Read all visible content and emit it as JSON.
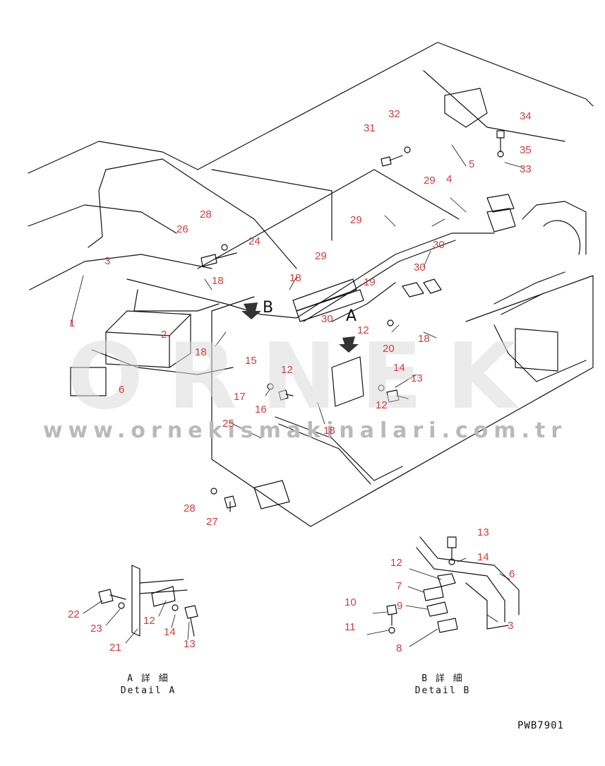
{
  "watermark": {
    "brand": "ORNEK",
    "url": "www.orneki̇smakinalari.com.tr"
  },
  "callouts": [
    "1",
    "2",
    "3",
    "4",
    "5",
    "6",
    "12",
    "13",
    "14",
    "15",
    "16",
    "17",
    "18",
    "19",
    "20",
    "24",
    "25",
    "26",
    "27",
    "28",
    "29",
    "30",
    "31",
    "32",
    "33",
    "34",
    "35"
  ],
  "labels": {
    "n1": "1",
    "n2": "2",
    "n3": "3",
    "n4": "4",
    "n5": "5",
    "n6": "6",
    "n12a": "12",
    "n12b": "12",
    "n12c": "12",
    "n13": "13",
    "n14": "14",
    "n15": "15",
    "n16": "16",
    "n17": "17",
    "n18a": "18",
    "n18b": "18",
    "n18c": "18",
    "n18d": "18",
    "n18e": "18",
    "n19": "19",
    "n20": "20",
    "n24": "24",
    "n25": "25",
    "n26": "26",
    "n27": "27",
    "n28a": "28",
    "n28b": "28",
    "n29a": "29",
    "n29b": "29",
    "n29c": "29",
    "n30a": "30",
    "n30b": "30",
    "n30c": "30",
    "n31": "31",
    "n32": "32",
    "n33": "33",
    "n34": "34",
    "n35": "35",
    "da22": "22",
    "da23": "23",
    "da12": "12",
    "da14": "14",
    "da13": "13",
    "da21": "21",
    "db13": "13",
    "db14": "14",
    "db12": "12",
    "db7": "7",
    "db6": "6",
    "db10": "10",
    "db9": "9",
    "db11": "11",
    "db3": "3",
    "db8": "8"
  },
  "view_letters": {
    "a": "A",
    "b": "B"
  },
  "captions": {
    "detail_a_jp": "A 詳 細",
    "detail_a_en": "Detail A",
    "detail_b_jp": "B 詳 細",
    "detail_b_en": "Detail B"
  },
  "drawing_code": "PWB7901",
  "colors": {
    "callout": "#d33b3b",
    "line": "#111111",
    "watermark": "#dcdcdc"
  }
}
